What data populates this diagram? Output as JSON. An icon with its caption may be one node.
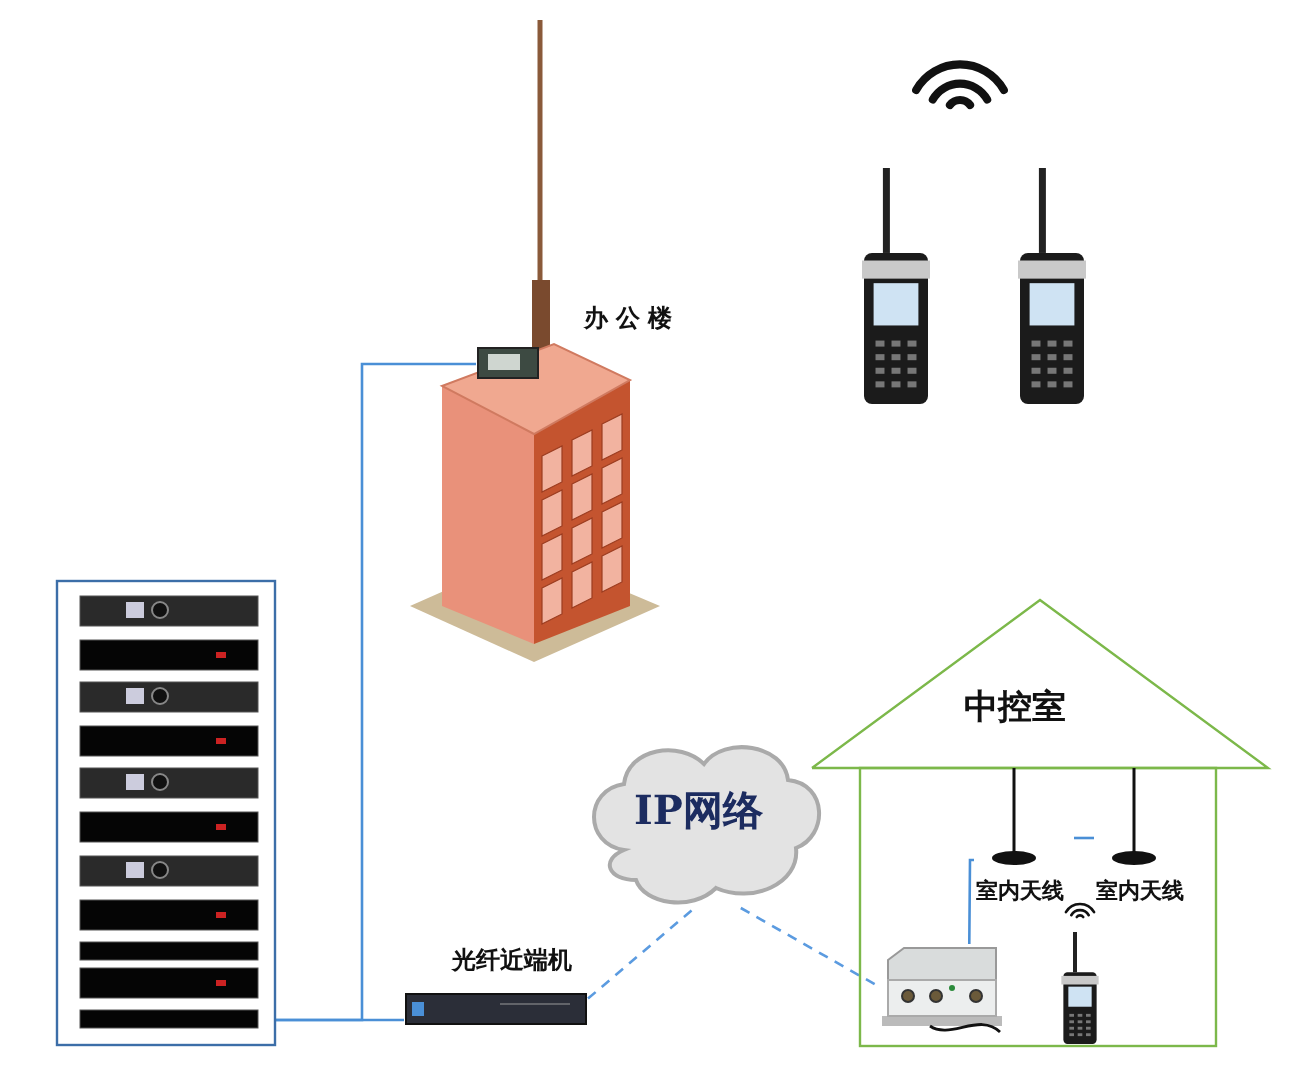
{
  "diagram": {
    "nodes": [
      {
        "text": [],
        "shape": "picture"
      },
      {
        "text": [],
        "shape": "picture",
        "beside": [
          "办公楼"
        ]
      },
      {
        "text": [],
        "shape": "picture",
        "in": 1
      },
      {
        "text": [
          "光纤近端机"
        ]
      },
      {
        "text": [
          "IP网络"
        ]
      },
      {
        "text": [
          "中控室"
        ]
      },
      {
        "text": [],
        "shape": "picture",
        "in": 5
      },
      {
        "text": [
          "室内天线"
        ],
        "in": 5
      },
      {
        "text": [
          "室内天线"
        ],
        "in": 5
      },
      {
        "text": [],
        "shape": "picture",
        "in": 5
      },
      {
        "text": [],
        "shape": "picture"
      },
      {
        "text": [],
        "shape": "picture"
      }
    ],
    "edges": [
      {
        "from": 0,
        "to": 2,
        "arrow": "none"
      },
      {
        "from": 0,
        "to": 3,
        "arrow": "none"
      },
      {
        "from": 3,
        "to": 4,
        "arrow": "none",
        "style": "dashed"
      },
      {
        "from": 4,
        "to": 6,
        "arrow": "none",
        "style": "dashed"
      },
      {
        "from": 6,
        "to": 7,
        "arrow": "none"
      },
      {
        "from": 7,
        "to": 8,
        "arrow": "none"
      }
    ]
  }
}
